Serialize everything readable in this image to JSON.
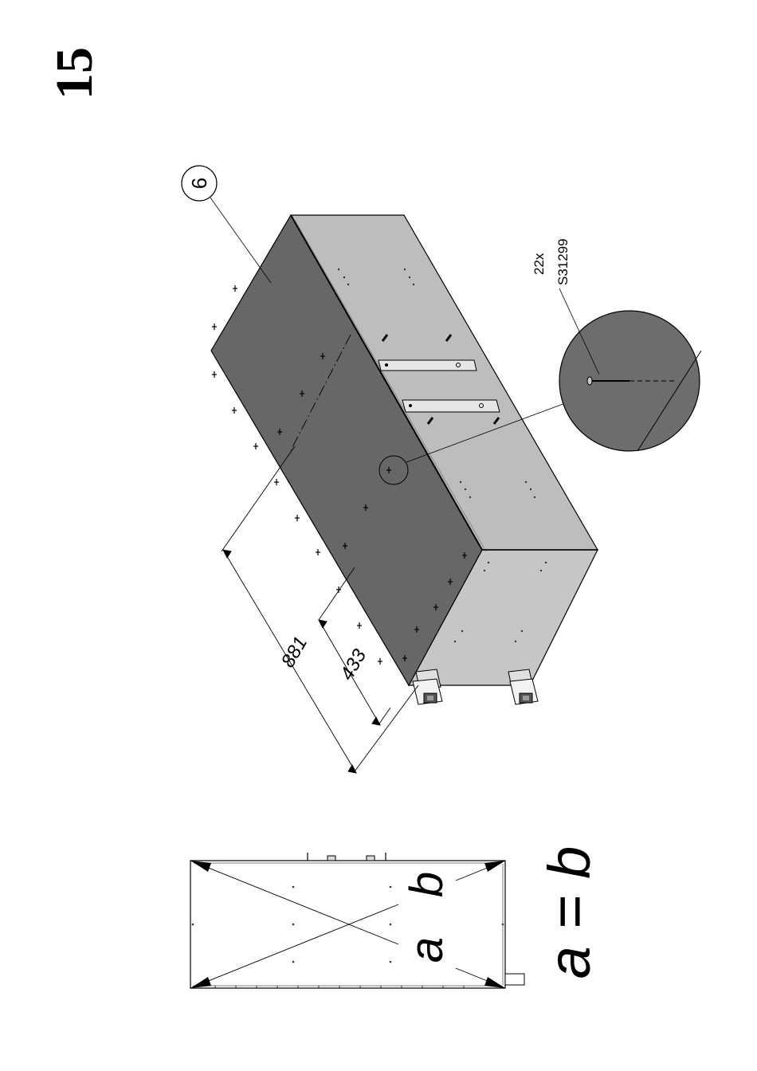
{
  "step": {
    "number": "15"
  },
  "part": {
    "label": "6"
  },
  "fastener": {
    "quantity": "22x",
    "code": "S31299"
  },
  "dimensions": {
    "outer": "881",
    "inner": "433"
  },
  "check_diagram": {
    "label_a": "a",
    "label_b": "b",
    "equation": "a = b"
  },
  "colors": {
    "top_panel": "#676767",
    "side_panel": "#bdbdbd",
    "end_panel": "#c6c6c6",
    "bracket": "#e6e6e6",
    "detail_circle": "#6d6d6d",
    "line": "#000000"
  }
}
